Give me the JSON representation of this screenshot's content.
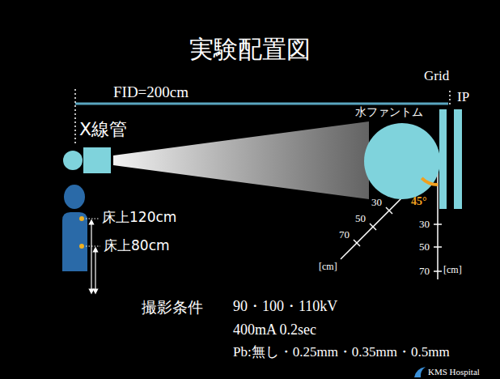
{
  "diagram": {
    "title": "実験配置図",
    "nodes": [
      {
        "text": [
          "X線管"
        ]
      },
      {
        "text": [
          "水ファントム"
        ]
      },
      {
        "text": [
          "Grid"
        ]
      },
      {
        "text": [
          "IP"
        ]
      }
    ],
    "labels": [
      "FID=200cm",
      "床上120cm",
      "床上80cm",
      "30",
      "50",
      "70",
      "[cm]",
      "45°",
      "30",
      "50",
      "70",
      "[cm]",
      "撮影条件",
      "90・100・110kV",
      "400mA 0.2sec",
      "Pb:無し・0.25mm・0.35mm・0.5mm",
      "KMS Hospital"
    ]
  }
}
